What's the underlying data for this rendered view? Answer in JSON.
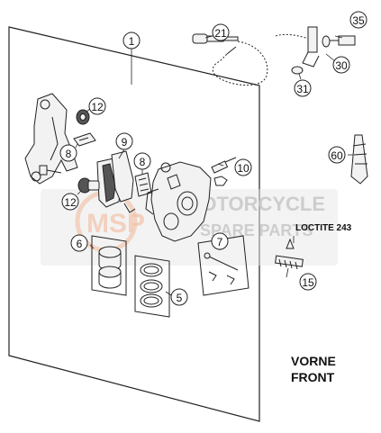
{
  "callouts": [
    "1",
    "5",
    "6",
    "7",
    "8",
    "8",
    "9",
    "10",
    "12",
    "12",
    "15",
    "21",
    "30",
    "31",
    "35",
    "60"
  ],
  "labels": {
    "loctite": "LOCTITE 243",
    "direction_de": "VORNE",
    "direction_en": "FRONT"
  },
  "watermark": {
    "brand_left": "MSP",
    "brand_main": "MOTORCYCLE",
    "brand_sub": "SPARE PARTS",
    "color": "#d7d7d7",
    "logo_accent": "#f1b89a"
  },
  "icons": {
    "caliper_bracket": "caliper-bracket-icon",
    "brake_pads": "brake-pads-icon",
    "caliper": "brake-caliper-icon",
    "brake_line": "brake-line-icon",
    "screw": "screw-icon",
    "pistons": "piston-set-icon",
    "seals": "seal-kit-icon",
    "pin_kit": "pin-kit-icon",
    "glue_tube": "glue-tube-icon"
  }
}
